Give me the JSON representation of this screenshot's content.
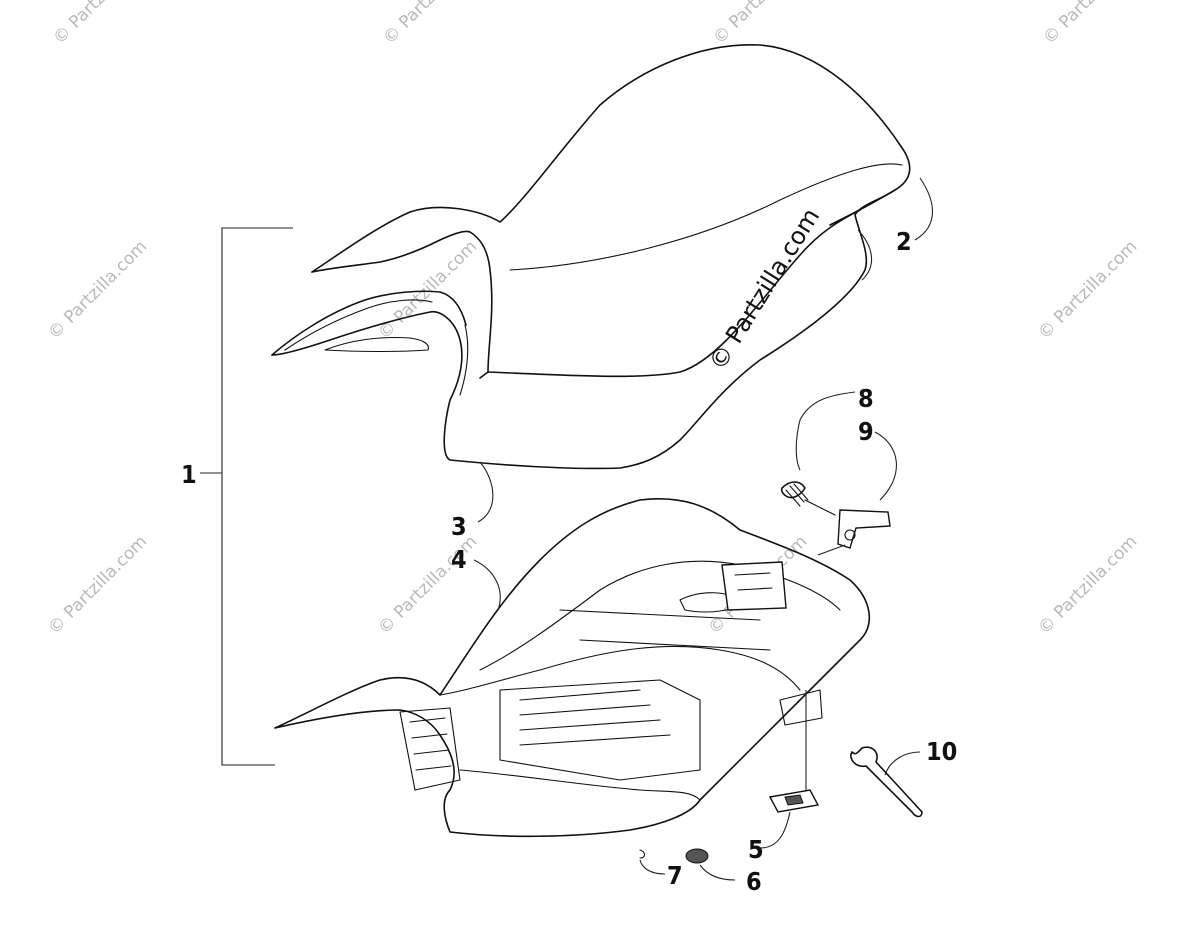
{
  "diagram": {
    "callouts": [
      "1",
      "2",
      "3",
      "4",
      "5",
      "6",
      "7",
      "8",
      "9",
      "10"
    ],
    "watermark": "© Partzilla.com"
  }
}
